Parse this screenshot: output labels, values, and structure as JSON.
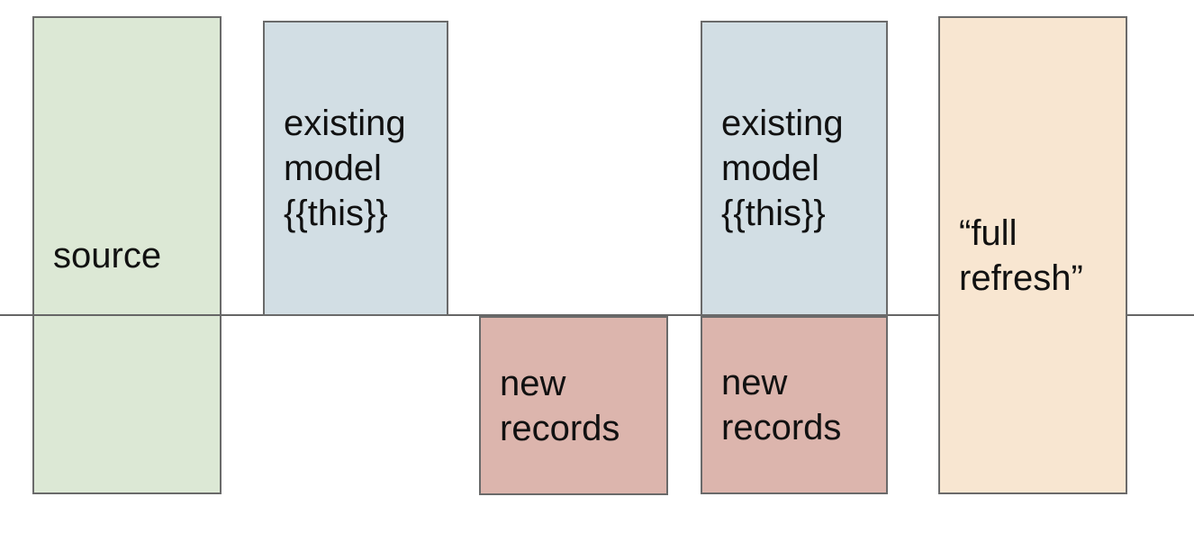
{
  "diagram": {
    "divider_line": {
      "orientation": "horizontal",
      "color": "#666666"
    },
    "boxes": {
      "source": {
        "label": "source",
        "fill": "#dce8d5",
        "position": "crosses divider line"
      },
      "existing_model_1": {
        "label": "existing\nmodel\n{{this}}",
        "fill": "#d2dee4",
        "position": "above divider line"
      },
      "new_records_1": {
        "label": "new\nrecords",
        "fill": "#dcb5ad",
        "position": "below divider line"
      },
      "existing_model_2": {
        "label": "existing\nmodel\n{{this}}",
        "fill": "#d2dee4",
        "position": "above divider line"
      },
      "new_records_2": {
        "label": "new\nrecords",
        "fill": "#dcb5ad",
        "position": "below divider line"
      },
      "full_refresh": {
        "label": "“full\nrefresh”",
        "fill": "#f8e6d1",
        "position": "crosses divider line"
      }
    },
    "colors": {
      "background": "#ffffff",
      "box_border": "#6a6a6a",
      "text": "#111111"
    }
  }
}
